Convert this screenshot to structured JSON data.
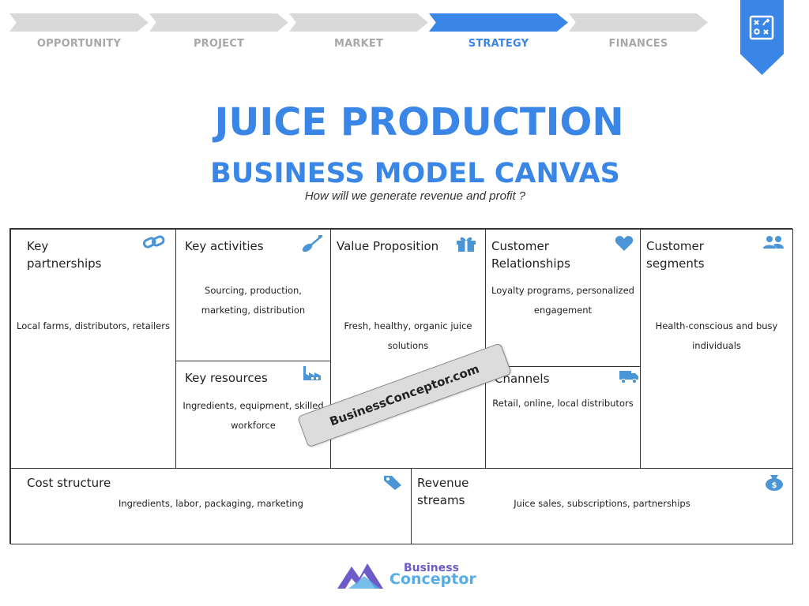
{
  "steps": [
    {
      "label": "OPPORTUNITY",
      "active": false
    },
    {
      "label": "PROJECT",
      "active": false
    },
    {
      "label": "MARKET",
      "active": false
    },
    {
      "label": "STRATEGY",
      "active": true
    },
    {
      "label": "FINANCES",
      "active": false
    }
  ],
  "header": {
    "title": "JUICE PRODUCTION",
    "subtitle": "BUSINESS MODEL CANVAS",
    "question": "How will we generate revenue and profit ?"
  },
  "canvas": {
    "key_partnerships": {
      "heading": "Key\npartnerships",
      "text": "Local farms, distributors, retailers",
      "icon": "link-icon"
    },
    "key_activities": {
      "heading": "Key activities",
      "text": "Sourcing, production, marketing, distribution",
      "icon": "shovel-icon"
    },
    "key_resources": {
      "heading": "Key resources",
      "text": "Ingredients, equipment, skilled workforce",
      "icon": "factory-icon"
    },
    "value_proposition": {
      "heading": "Value Proposition",
      "text": "Fresh, healthy, organic juice solutions",
      "icon": "gift-icon"
    },
    "customer_relationships": {
      "heading": "Customer\nRelationships",
      "text": "Loyalty programs, personalized engagement",
      "icon": "heart-icon"
    },
    "channels": {
      "heading": "Channels",
      "text": "Retail, online, local distributors",
      "icon": "truck-icon"
    },
    "customer_segments": {
      "heading": "Customer\nsegments",
      "text": "Health-conscious and busy individuals",
      "icon": "users-icon"
    },
    "cost_structure": {
      "heading": "Cost structure",
      "text": "Ingredients, labor, packaging, marketing",
      "icon": "tag-icon"
    },
    "revenue_streams": {
      "heading": "Revenue\nstreams",
      "text": "Juice sales, subscriptions, partnerships",
      "icon": "money-bag-icon"
    }
  },
  "watermark": "BusinessConceptor.com",
  "logo": {
    "line1": "Business",
    "line2": "Conceptor"
  },
  "colors": {
    "accent": "#3a86e6",
    "inactive": "#d9d9d9",
    "icon": "#4a95d6"
  }
}
